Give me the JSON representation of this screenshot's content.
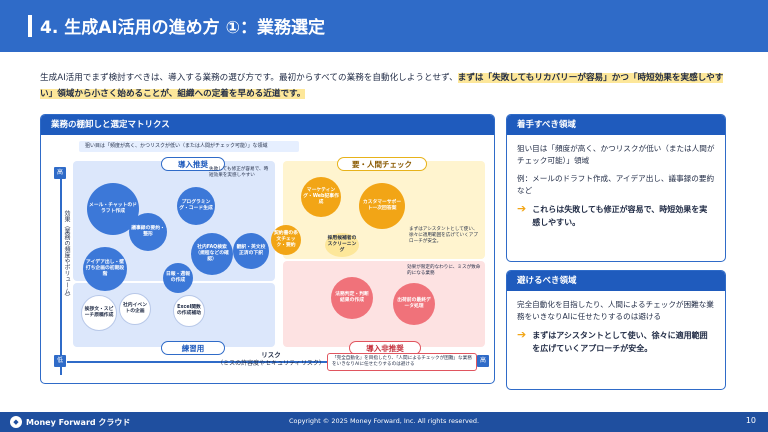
{
  "header": {
    "title": "4. 生成AI活用の進め方 ①：業務選定"
  },
  "intro": {
    "part1": "生成AI活用でまず検討すべきは、導入する業務の選び方です。最初からすべての業務を自動化しようとせず、",
    "highlight1": "まずは「失敗してもリカバリーが容易」かつ「時短効果を実感しやすい」領域から小さく始めることが、組織への定着を早める近道です。",
    "part2": ""
  },
  "matrix": {
    "title": "業務の棚卸しと選定マトリクス",
    "aim_tag": "狙い目は「頻度が高く、かつリスクが低い（または人間がチェック可能）」な領域",
    "y_high": "高",
    "y_low": "低",
    "y_label": "効果（業務の頻度やボリューム）",
    "x_high": "高",
    "x_label": "リスク",
    "x_sub": "（ミスの許容度やセキュリティリスク）",
    "quadrants": {
      "intro": "導入推奨",
      "check": "要・人間チェック",
      "practice": "練習用",
      "no": "導入非推奨"
    },
    "bubbles": {
      "mail": "メール・チャットのドラフト作成",
      "program": "プログラミング・コード生成",
      "minutes": "議事録の要約・整形",
      "faq": "社内FAQ検索（規程などの確認）",
      "translate": "翻訳・英文校正済の下訳",
      "idea": "アイデア出し・壁打ち企画の初期段階",
      "schedule": "日報・週報の作成",
      "contract": "契約書の条文チェック・要約",
      "marketing": "マーケティング・Web記事作成",
      "support": "カスタマーサポート一次回答案",
      "resume": "採用候補者のスクリーニング",
      "greeting": "挨拶文・スピーチ原稿作成",
      "event": "社内イベントの企画",
      "excel": "Excel関数の作成補助",
      "legal": "法務判定・判断結果の作成",
      "client": "出荷前の最終データ処理"
    },
    "notes": {
      "intro": "失敗しても修正が容易で、時短効果を実感しやすい",
      "check": "まずはアシスタントとして使い、徐々に適用範囲を広げていくアプローチが安全。",
      "no": "効果が限定的なわりに、ミスが致命的になる業務",
      "x_note": "「完全自動化」を目指したり、「人間によるチェックが困難」な業務をいきなりAIに任せたりするのは避ける"
    }
  },
  "card1": {
    "title": "着手すべき領域",
    "p1": "狙い目は「頻度が高く、かつリスクが低い（または人間がチェック可能）」領域",
    "p2": "例：メールのドラフト作成、アイデア出し、議事録の要約など",
    "point": "これらは失敗しても修正が容易で、時短効果を実感しやすい。"
  },
  "card2": {
    "title": "避けるべき領域",
    "p1": "完全自動化を目指したり、人間によるチェックが困難な業務をいきなりAIに任せたりするのは避ける",
    "point": "まずはアシスタントとして使い、徐々に適用範囲を広げていくアプローチが安全。"
  },
  "footer": {
    "brand": "Money Forward クラウド",
    "copyright": "Copyright © 2025 Money Forward, Inc. All rights reserved.",
    "page": "10"
  },
  "colors": {
    "primary": "#2f6bc8",
    "highlight": "#fde79a",
    "accent": "#f2a516",
    "danger": "#e0555f"
  }
}
